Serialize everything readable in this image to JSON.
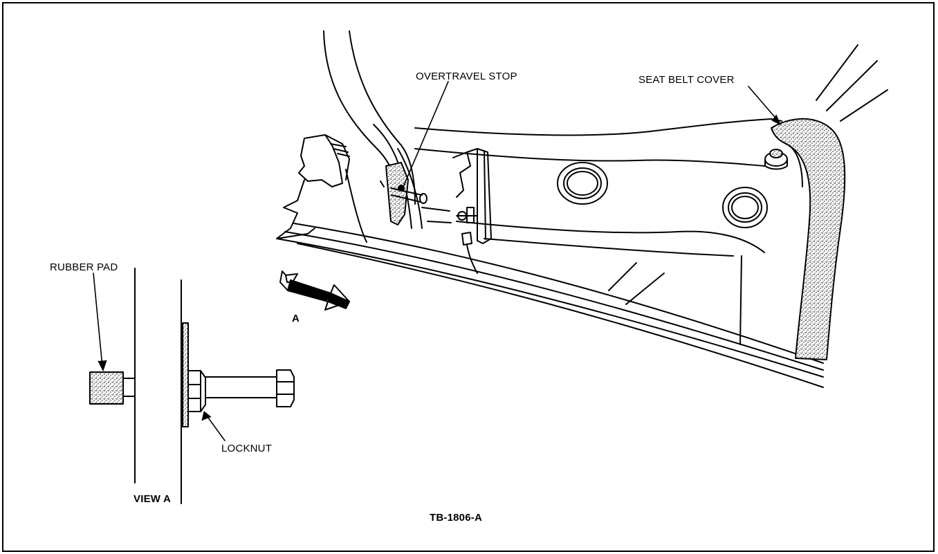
{
  "labels": {
    "overtravel_stop": "OVERTRAVEL STOP",
    "seat_belt_cover": "SEAT BELT COVER",
    "rubber_pad": "RUBBER PAD",
    "locknut": "LOCKNUT",
    "view_arrow": "A",
    "view_a": "VIEW A",
    "figure_code": "TB-1806-A"
  },
  "colors": {
    "line": "#000000",
    "background": "#ffffff"
  }
}
